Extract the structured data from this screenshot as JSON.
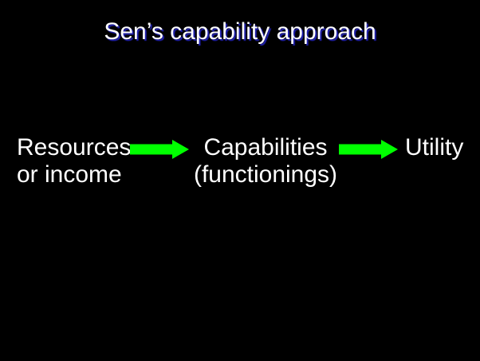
{
  "slide": {
    "title": "Sen’s capability approach",
    "colors": {
      "background": "#000000",
      "text": "#ffffff",
      "title_shadow": "#2222b2",
      "arrow": "#00ff00"
    },
    "flow": {
      "nodes": [
        {
          "line1": "Resources",
          "line2": "or income"
        },
        {
          "line1": "Capabilities",
          "line2": "(functionings)"
        },
        {
          "line1": "Utility",
          "line2": ""
        }
      ],
      "arrows": [
        {
          "name": "arrow-right"
        },
        {
          "name": "arrow-right"
        }
      ]
    }
  }
}
